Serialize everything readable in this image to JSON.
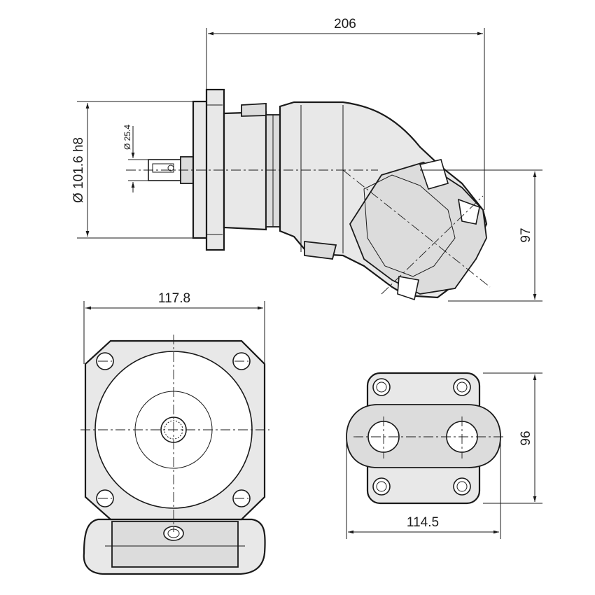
{
  "dimensions": {
    "overall_length": "206",
    "flange_diameter": "Ø 101.6 h8",
    "shaft_diameter": "Ø 25.4",
    "port_offset": "97",
    "flange_width": "117.8",
    "port_width": "114.5",
    "port_height": "96"
  },
  "colors": {
    "line": "#1a1a1a",
    "fill": "#e8e8e8",
    "background": "#ffffff"
  }
}
